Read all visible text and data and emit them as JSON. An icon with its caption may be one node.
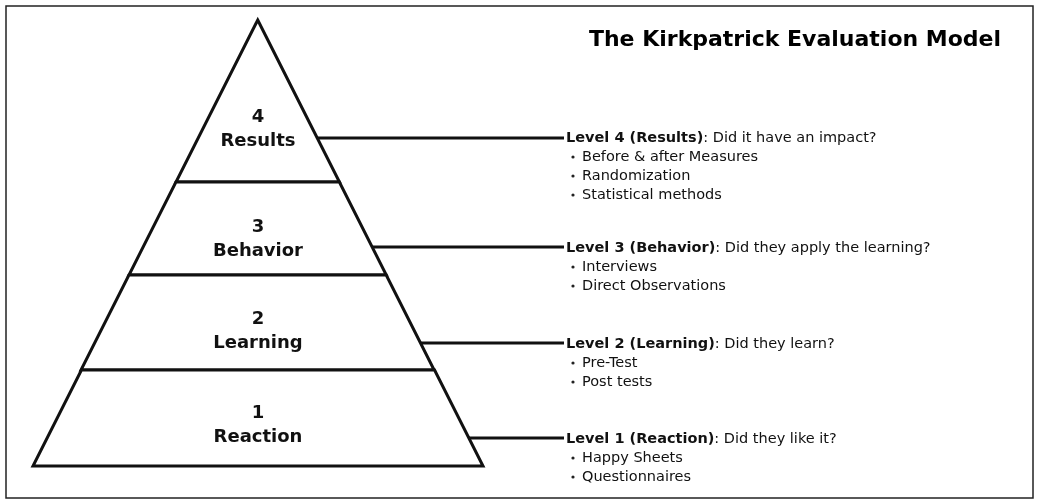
{
  "diagram": {
    "title": "The Kirkpatrick Evaluation Model",
    "nodes": [
      {
        "text": [
          "4",
          "Results"
        ]
      },
      {
        "text": [
          "3",
          "Behavior"
        ]
      },
      {
        "text": [
          "2",
          "Learning"
        ]
      },
      {
        "text": [
          "1",
          "Reaction"
        ]
      },
      {
        "text": [
          "**Level 4 (Results)**: Did it have an impact?",
          "Before & after Measures",
          "Randomization",
          "Statistical methods"
        ]
      },
      {
        "text": [
          "**Level 3 (Behavior)**: Did they apply the learning?",
          "Interviews",
          "Direct Observations"
        ]
      },
      {
        "text": [
          "**Level 2 (Learning)**: Did they learn?",
          "Pre-Test",
          "Post tests"
        ]
      },
      {
        "text": [
          "**Level 1 (Reaction)**: Did they like it?",
          "Happy Sheets",
          "Questionnaires"
        ]
      }
    ],
    "edges": [
      {
        "from": 0,
        "to": 4,
        "arrow": "none"
      },
      {
        "from": 1,
        "to": 5,
        "arrow": "none"
      },
      {
        "from": 2,
        "to": 6,
        "arrow": "none"
      },
      {
        "from": 3,
        "to": 7,
        "arrow": "none"
      }
    ]
  }
}
